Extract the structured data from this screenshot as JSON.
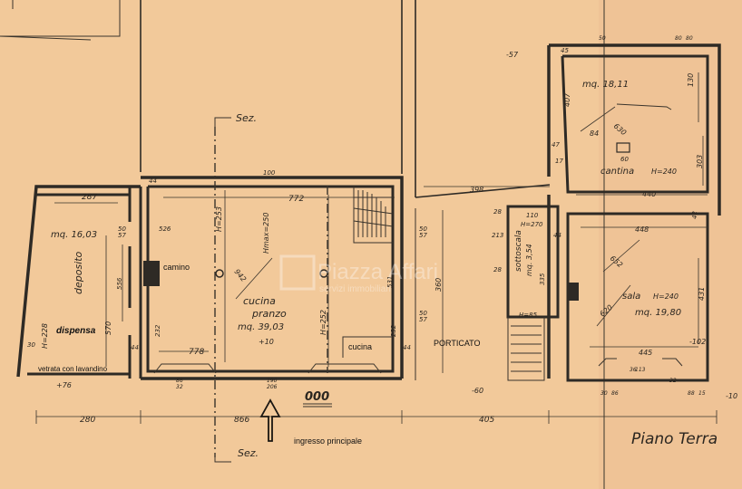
{
  "plan_title": "Piano Terra",
  "watermark": {
    "brand": "Piazza Affari",
    "tagline": "servizi immobiliari"
  },
  "floor_level": "000",
  "section_marker": "Sez.",
  "rooms": {
    "deposito": {
      "name": "deposito",
      "area": "mq. 16,03",
      "height": "H=228",
      "width": "287",
      "depth": "570",
      "note": "dispensa"
    },
    "cucina": {
      "name1": "cucina",
      "name2": "pranzo",
      "area": "mq. 39,03",
      "hmax": "Hmax=250",
      "h1": "H=253",
      "h2": "H=252",
      "width": "772",
      "width_low": "778",
      "diag": "942",
      "small_label": "cucina"
    },
    "cantina": {
      "name": "cantina",
      "height": "H=240",
      "area": "mq. 18,11",
      "width": "440",
      "d1": "407",
      "d2": "130",
      "d3": "630",
      "d4": "303",
      "d5": "84",
      "d6": "60"
    },
    "sottoscala": {
      "name": "sottoscala",
      "area": "mq. 3,54",
      "height": "H=270",
      "h_low": "H=85",
      "w": "110",
      "d": "335"
    },
    "sala": {
      "name": "sala",
      "height": "H=240",
      "area": "mq. 19,80",
      "width_top": "448",
      "width_bottom": "445",
      "diag1": "652",
      "diag2": "620",
      "d": "431"
    },
    "porticato": {
      "name": "PORTICATO",
      "depth": "360",
      "width": "398"
    }
  },
  "labels": {
    "camino": "camino",
    "vetrata": "vetrata con lavandino",
    "ingresso": "ingresso principale"
  },
  "overall_dims": {
    "left": "280",
    "middle": "866",
    "right": "405"
  },
  "levels": {
    "top": "-57",
    "bottom_left": "+76",
    "bottom_mid": "-60",
    "kitchen": "+10",
    "sala": "-102",
    "right_edge": "-10"
  },
  "misc_dims": [
    "100",
    "44",
    "50",
    "57",
    "526",
    "556",
    "232",
    "44",
    "30",
    "86",
    "32",
    "190",
    "206",
    "50",
    "57",
    "531",
    "50",
    "57",
    "232",
    "44",
    "47",
    "28",
    "213",
    "28",
    "42",
    "44",
    "17",
    "36",
    "32",
    "113",
    "30",
    "86",
    "88",
    "15",
    "45",
    "50",
    "80",
    "80"
  ]
}
